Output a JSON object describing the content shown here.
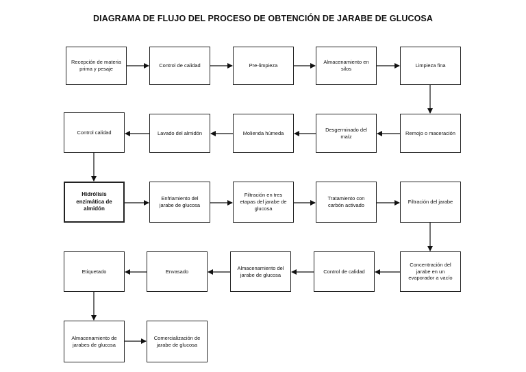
{
  "title": "DIAGRAMA DE FLUJO DEL PROCESO DE OBTENCIÓN DE JARABE DE GLUCOSA",
  "steps": [
    {
      "label": "Recepción de materia prima y pesaje"
    },
    {
      "label": "Control de calidad"
    },
    {
      "label": "Pre-limpieza"
    },
    {
      "label": "Almacenamiento en silos"
    },
    {
      "label": "Limpieza fina"
    },
    {
      "label": "Remojo o maceración"
    },
    {
      "label": "Desgerminado del maíz"
    },
    {
      "label": "Molienda húmeda"
    },
    {
      "label": "Lavado del almidón"
    },
    {
      "label": "Control calidad"
    },
    {
      "label": "Hidrólisis enzimática de almidón"
    },
    {
      "label": "Enfriamiento del jarabe de glucosa"
    },
    {
      "label": "Filtración en tres etapas del jarabe de glucosa"
    },
    {
      "label": "Tratamiento con carbón activado"
    },
    {
      "label": "Filtración del jarabe"
    },
    {
      "label": "Concentración del jarabe en un evaporador a vacío"
    },
    {
      "label": "Control de calidad"
    },
    {
      "label": "Almacenamiento del jarabe de glucosa"
    },
    {
      "label": "Envasado"
    },
    {
      "label": "Etiquetado"
    },
    {
      "label": "Almacenamiento de jarabes de glucosa"
    },
    {
      "label": "Comercialización de jarabe de glucosa"
    }
  ]
}
